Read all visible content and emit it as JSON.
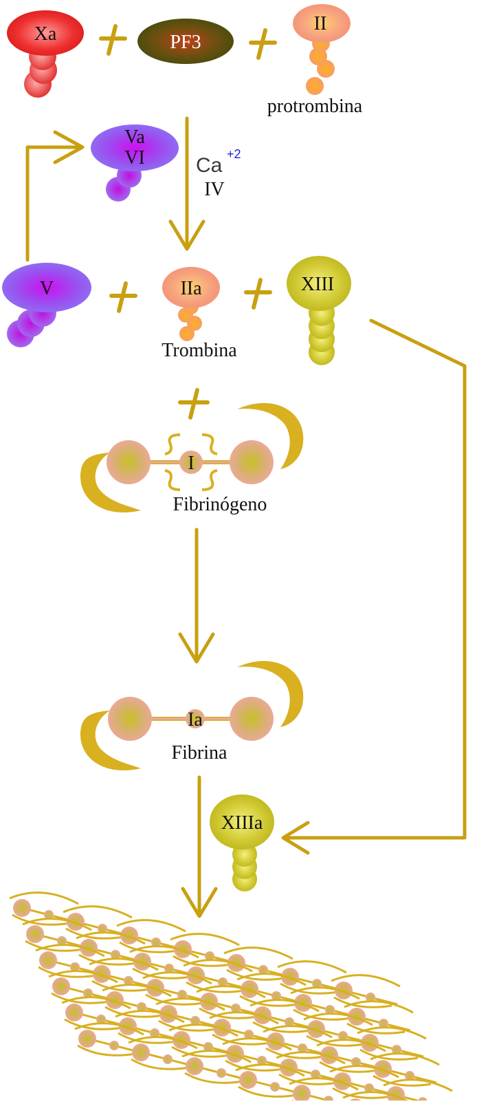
{
  "labels": {
    "xa": "Xa",
    "pf3": "PF3",
    "ii": "II",
    "protrombina": "protrombina",
    "va": "Va",
    "vi": "VI",
    "ca": "Ca",
    "ca_charge": "+2",
    "iv": "IV",
    "v": "V",
    "iia": "IIa",
    "xiii": "XIII",
    "trombina": "Trombina",
    "i": "I",
    "fibrinogeno": "Fibrinógeno",
    "ia": "Ia",
    "fibrina": "Fibrina",
    "xiiia": "XIIIa"
  },
  "colors": {
    "arrow": "#c8a010",
    "xa": "#e02020",
    "pf3": "#4a5010",
    "ii": "#f0a070",
    "v": "#8a4af0",
    "xiii": "#c8c020",
    "fibrin_node": "#e8a8a0",
    "fibrin_center": "#c8c030"
  }
}
